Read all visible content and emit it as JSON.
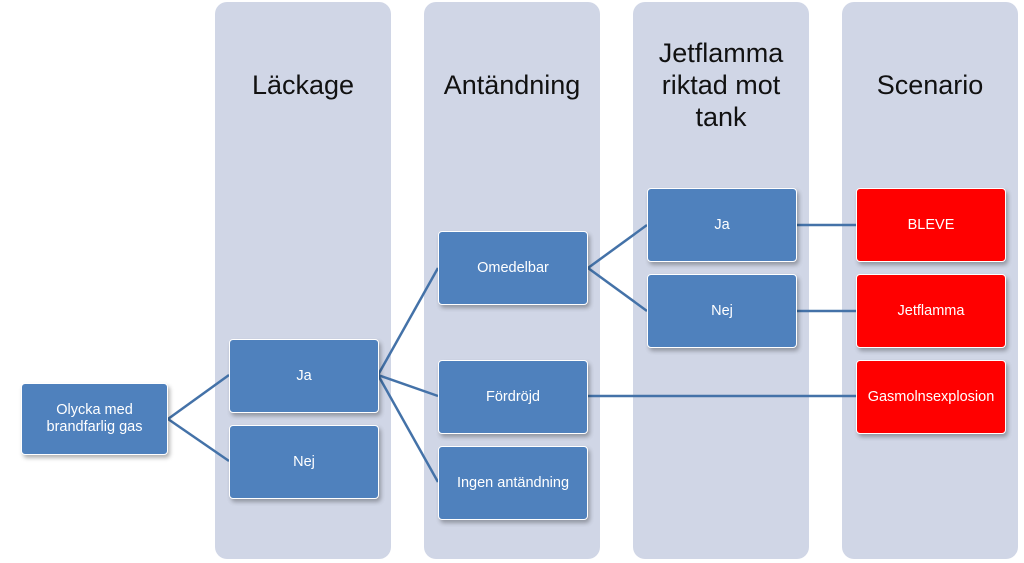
{
  "columns": {
    "leak": "Läckage",
    "ignition": "Antändning",
    "jetflame_line1": "Jetflamma",
    "jetflame_line2": "riktad mot",
    "jetflame_line3": "tank",
    "scenario": "Scenario"
  },
  "nodes": {
    "root_line1": "Olycka med",
    "root_line2": "brandfarlig gas",
    "leak_yes": "Ja",
    "leak_no": "Nej",
    "ign_immediate": "Omedelbar",
    "ign_delayed": "Fördröjd",
    "ign_none": "Ingen antändning",
    "jet_yes": "Ja",
    "jet_no": "Nej",
    "sc_bleve": "BLEVE",
    "sc_jetflame": "Jetflamma",
    "sc_gascloud": "Gasmolnsexplosion"
  },
  "colors": {
    "column_bg": "#d0d6e6",
    "node_blue": "#4f81bd",
    "node_red": "#ff0000",
    "connector": "#4472a8"
  }
}
